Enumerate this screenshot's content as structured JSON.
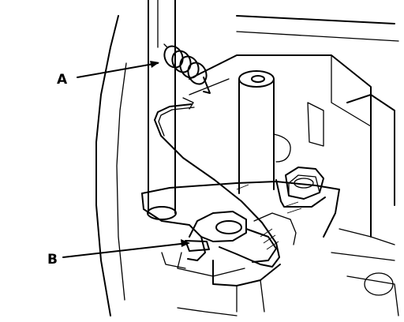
{
  "diagram": {
    "callouts": [
      {
        "id": "A",
        "text": "A",
        "part": "return-spring"
      },
      {
        "id": "B",
        "text": "B",
        "part": "spring-hook-tab"
      }
    ],
    "colors": {
      "ink": "#000000",
      "paper": "#ffffff"
    }
  }
}
